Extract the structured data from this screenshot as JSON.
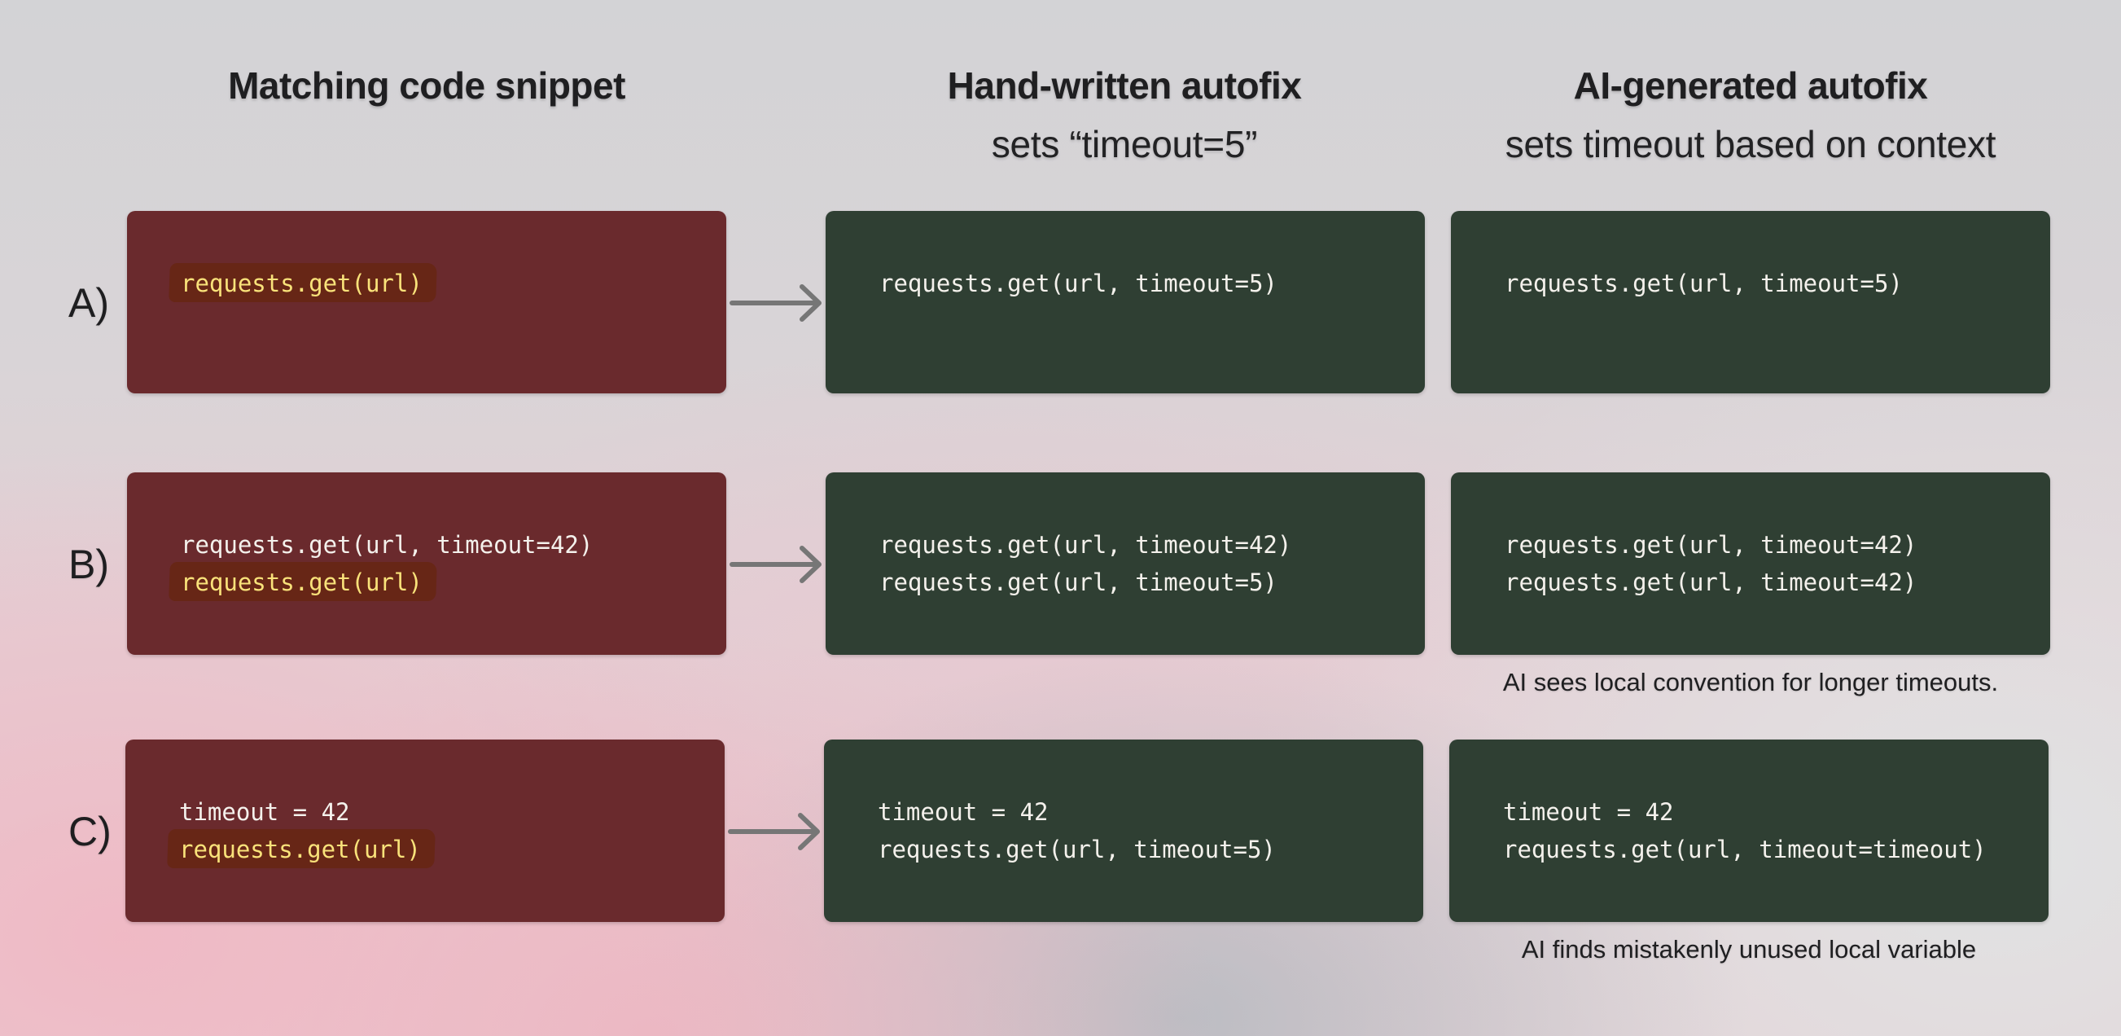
{
  "columns": {
    "source": {
      "title": "Matching code snippet"
    },
    "handwritten": {
      "title": "Hand-written autofix",
      "subtitle": "sets “timeout=5”"
    },
    "ai": {
      "title": "AI-generated autofix",
      "subtitle": "sets timeout based on context"
    }
  },
  "colors": {
    "source_box": "#6a2a2d",
    "fix_box": "#2f3f33",
    "highlight_bg": "#672616",
    "highlight_text": "#f9e27a",
    "code_text": "#f4f1ec",
    "arrow": "#767676"
  },
  "rows": [
    {
      "label": "A)",
      "source": [
        {
          "text": "requests.get(url)",
          "highlighted": true
        }
      ],
      "handwritten": [
        {
          "text": "requests.get(url, timeout=5)"
        }
      ],
      "ai": [
        {
          "text": "requests.get(url, timeout=5)"
        }
      ],
      "caption": ""
    },
    {
      "label": "B)",
      "source": [
        {
          "text": "requests.get(url, timeout=42)",
          "highlighted": false
        },
        {
          "text": "requests.get(url)",
          "highlighted": true
        }
      ],
      "handwritten": [
        {
          "text": "requests.get(url, timeout=42)"
        },
        {
          "text": "requests.get(url, timeout=5)"
        }
      ],
      "ai": [
        {
          "text": "requests.get(url, timeout=42)"
        },
        {
          "text": "requests.get(url, timeout=42)"
        }
      ],
      "caption": "AI sees local convention for longer timeouts."
    },
    {
      "label": "C)",
      "source": [
        {
          "text": "timeout = 42",
          "highlighted": false
        },
        {
          "text": "requests.get(url)",
          "highlighted": true
        }
      ],
      "handwritten": [
        {
          "text": "timeout = 42"
        },
        {
          "text": "requests.get(url, timeout=5)"
        }
      ],
      "ai": [
        {
          "text": "timeout = 42"
        },
        {
          "text": "requests.get(url, timeout=timeout)"
        }
      ],
      "caption": "AI finds mistakenly unused local variable"
    }
  ],
  "icons": {
    "arrow": "arrow-right-icon"
  }
}
